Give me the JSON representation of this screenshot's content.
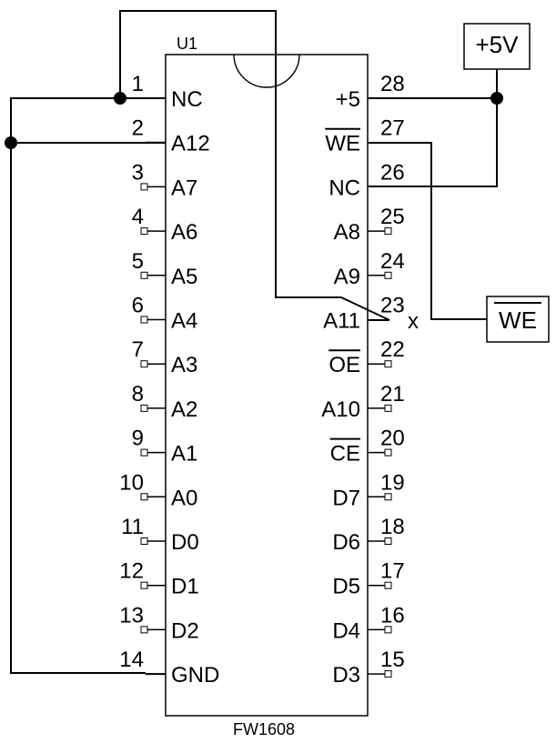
{
  "chip": {
    "ref": "U1",
    "part": "FW1608",
    "left_pins": [
      {
        "num": "1",
        "label": "NC",
        "bar": false
      },
      {
        "num": "2",
        "label": "A12",
        "bar": false
      },
      {
        "num": "3",
        "label": "A7",
        "bar": false
      },
      {
        "num": "4",
        "label": "A6",
        "bar": false
      },
      {
        "num": "5",
        "label": "A5",
        "bar": false
      },
      {
        "num": "6",
        "label": "A4",
        "bar": false
      },
      {
        "num": "7",
        "label": "A3",
        "bar": false
      },
      {
        "num": "8",
        "label": "A2",
        "bar": false
      },
      {
        "num": "9",
        "label": "A1",
        "bar": false
      },
      {
        "num": "10",
        "label": "A0",
        "bar": false
      },
      {
        "num": "11",
        "label": "D0",
        "bar": false
      },
      {
        "num": "12",
        "label": "D1",
        "bar": false
      },
      {
        "num": "13",
        "label": "D2",
        "bar": false
      },
      {
        "num": "14",
        "label": "GND",
        "bar": false
      }
    ],
    "right_pins": [
      {
        "num": "28",
        "label": "+5",
        "bar": false
      },
      {
        "num": "27",
        "label": "WE",
        "bar": true
      },
      {
        "num": "26",
        "label": "NC",
        "bar": false
      },
      {
        "num": "25",
        "label": "A8",
        "bar": false
      },
      {
        "num": "24",
        "label": "A9",
        "bar": false
      },
      {
        "num": "23",
        "label": "A11",
        "bar": false
      },
      {
        "num": "22",
        "label": "OE",
        "bar": true
      },
      {
        "num": "21",
        "label": "A10",
        "bar": false
      },
      {
        "num": "20",
        "label": "CE",
        "bar": true
      },
      {
        "num": "19",
        "label": "D7",
        "bar": false
      },
      {
        "num": "18",
        "label": "D6",
        "bar": false
      },
      {
        "num": "17",
        "label": "D5",
        "bar": false
      },
      {
        "num": "16",
        "label": "D4",
        "bar": false
      },
      {
        "num": "15",
        "label": "D3",
        "bar": false
      }
    ]
  },
  "ports": {
    "vcc": "+5V",
    "we": "WE"
  },
  "no_connect_mark": "x"
}
